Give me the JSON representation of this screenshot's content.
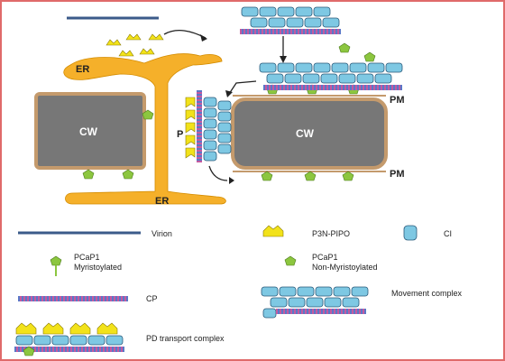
{
  "labels": {
    "er_top": "ER",
    "er_bottom": "ER",
    "cw_left": "CW",
    "cw_right": "CW",
    "pm_top": "PM",
    "pm_bottom": "PM",
    "p": "P"
  },
  "legend": {
    "virion": "Virion",
    "p3n_pipo": "P3N-PIPO",
    "ci": "CI",
    "pcap1_myr_line1": "PCaP1",
    "pcap1_myr_line2": "Myristoylated",
    "pcap1_non_line1": "PCaP1",
    "pcap1_non_line2": "Non-Myristoylated",
    "cp": "CP",
    "movement_complex": "Movement complex",
    "pd_transport_complex": "PD transport complex"
  },
  "colors": {
    "frame": "#e06a6a",
    "virion": "#3b5b8a",
    "er": "#f5b02a",
    "cell_wall": "#777777",
    "plasma_membrane": "#c49a6c",
    "ci": "#7ec8e3",
    "p3n_pipo": "#f2e21a",
    "pcap1": "#8cc63f",
    "cp": "#c45aa0"
  }
}
